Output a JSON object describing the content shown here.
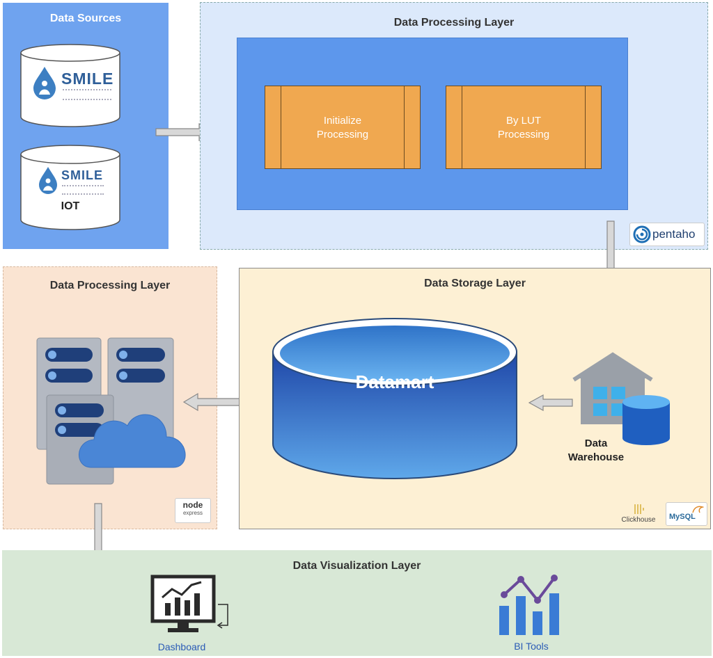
{
  "sources": {
    "title": "Data Sources",
    "db1": {
      "logo": "SMILE"
    },
    "db2": {
      "logo": "SMILE",
      "label": "IOT"
    }
  },
  "processing_top": {
    "title": "Data Processing Layer",
    "box1": [
      "Initialize",
      "Processing"
    ],
    "box2": [
      "By LUT",
      "Processing"
    ],
    "brand": "pentaho"
  },
  "processing_left": {
    "title": "Data Processing Layer",
    "brand": [
      "node",
      "express"
    ]
  },
  "storage": {
    "title": "Data Storage Layer",
    "datamart": "Datamart",
    "warehouse": [
      "Data",
      "Warehouse"
    ],
    "brand1": "Clickhouse",
    "brand2": "MySQL"
  },
  "visualization": {
    "title": "Data Visualization Layer",
    "dashboard": "Dashboard",
    "bi_tools": "BI Tools"
  },
  "colors": {
    "sources_bg": "#6fa3ef",
    "processing_bg": "#dce9fb",
    "inner_blue": "#5d97ec",
    "orange": "#f0a850",
    "peach": "#fae4d2",
    "cream": "#fdf0d4",
    "green": "#d8e8d6",
    "label_blue": "#2a5bb6"
  }
}
